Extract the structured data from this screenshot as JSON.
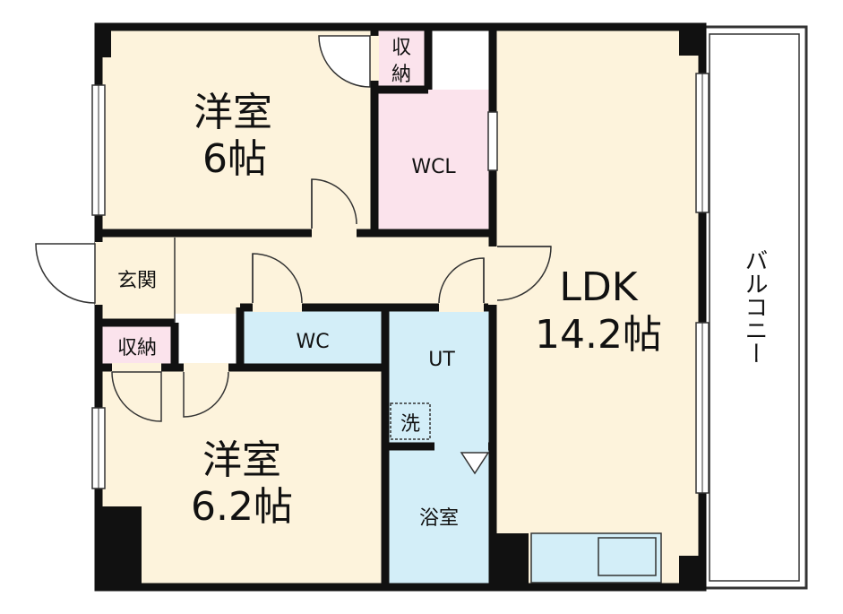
{
  "rooms": {
    "western1_name": "洋室",
    "western1_size": "6帖",
    "storage_top": "収納",
    "wcl": "WCL",
    "entrance": "玄関",
    "storage_left": "収納",
    "wc": "WC",
    "ut": "UT",
    "washer": "洗",
    "western2_name": "洋室",
    "western2_size": "6.2帖",
    "bath": "浴室",
    "ldk_name": "LDK",
    "ldk_size": "14.2帖",
    "balcony": "バルコニー"
  },
  "colors": {
    "wall": "#111111",
    "room_beige": "#fdf3dc",
    "closet_pink": "#fbe3ec",
    "wet_blue": "#d3eef8",
    "outline": "#333333"
  }
}
